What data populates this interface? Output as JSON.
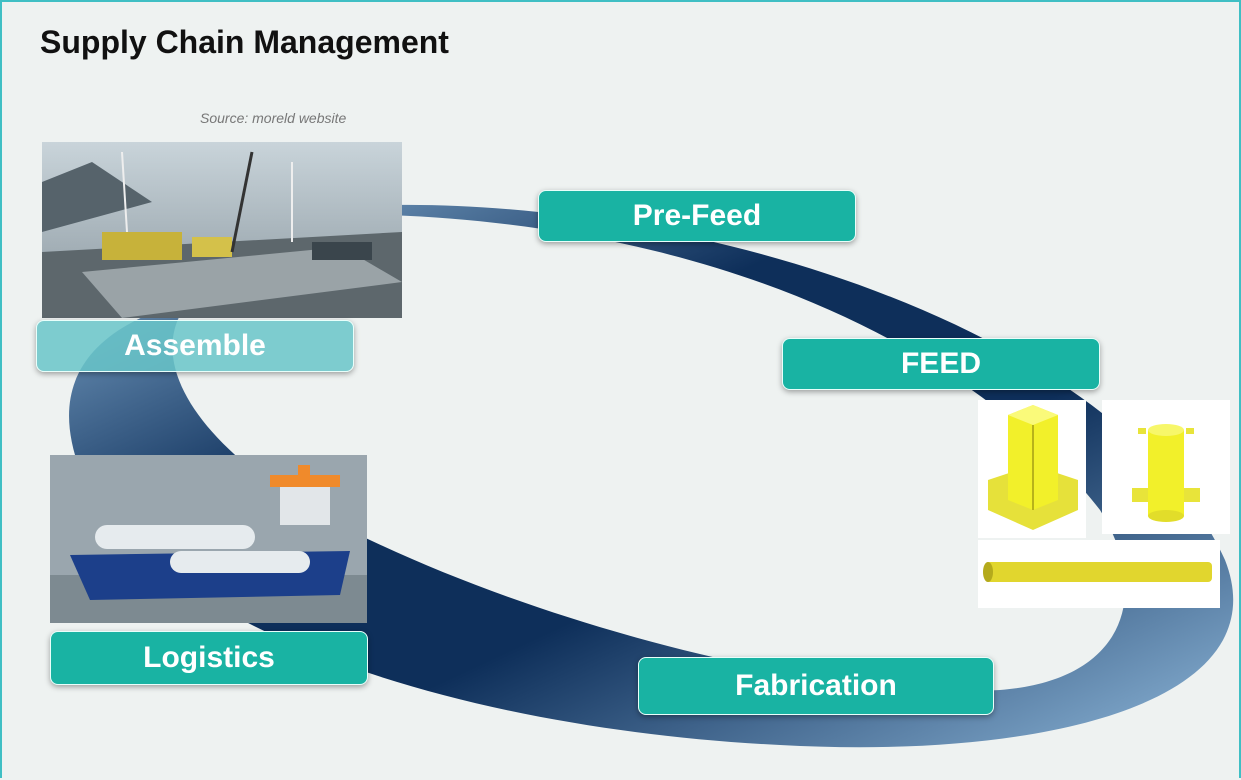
{
  "slide": {
    "title": "Supply Chain Management",
    "source": "Source: moreld website"
  },
  "stages": {
    "pre_feed": "Pre-Feed",
    "feed": "FEED",
    "fabrication": "Fabrication",
    "logistics": "Logistics",
    "assemble": "Assemble"
  },
  "colors": {
    "stage_fill": "#19b3a3",
    "stage_fill_faded": "#68c5c9",
    "ring_dark": "#0e2f5a",
    "ring_light": "#6fa3cf",
    "frame": "#3fbfc4",
    "structure_yellow": "#f2f02a"
  }
}
